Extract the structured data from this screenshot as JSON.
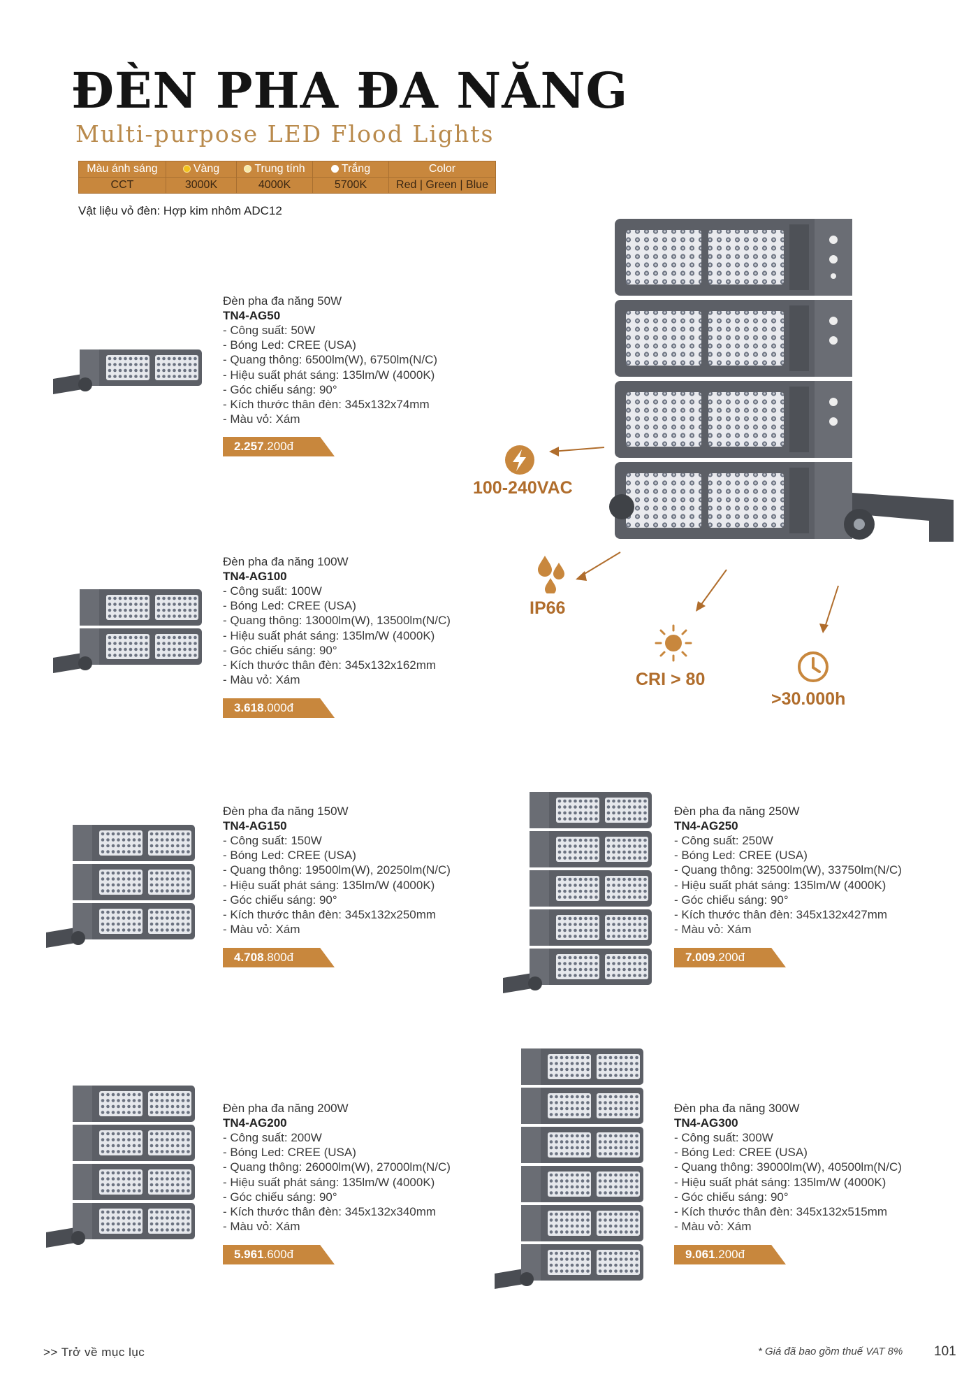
{
  "header": {
    "title": "ĐÈN PHA ĐA NĂNG",
    "subtitle": "Multi-purpose LED Flood Lights"
  },
  "cct_table": {
    "row1": [
      "Màu ánh sáng",
      "Vàng",
      "Trung tính",
      "Trắng",
      "Color"
    ],
    "row2": [
      "CCT",
      "3000K",
      "4000K",
      "5700K",
      "Red | Green | Blue"
    ],
    "dot_colors": [
      "#f2c21b",
      "#f7e9a6",
      "#ffffff"
    ]
  },
  "material": "Vật liệu vỏ đèn: Hợp kim nhôm ADC12",
  "features": {
    "voltage": "100-240VAC",
    "ip": "IP66",
    "cri": "CRI > 80",
    "life": ">30.000h"
  },
  "products": [
    {
      "name": "Đèn pha đa năng 50W",
      "code": "TN4-AG50",
      "specs": [
        "- Công suất: 50W",
        "- Bóng Led: CREE (USA)",
        "- Quang thông: 6500lm(W), 6750lm(N/C)",
        "- Hiệu suất phát sáng: 135lm/W (4000K)",
        "- Góc chiếu sáng: 90°",
        "- Kích thước thân đèn: 345x132x74mm",
        "- Màu vỏ: Xám"
      ],
      "price_main": "2.257",
      "price_rest": ".200đ",
      "modules": 1
    },
    {
      "name": "Đèn pha đa năng 100W",
      "code": "TN4-AG100",
      "specs": [
        "- Công suất: 100W",
        "- Bóng Led: CREE (USA)",
        "- Quang thông: 13000lm(W), 13500lm(N/C)",
        "- Hiệu suất phát sáng: 135lm/W (4000K)",
        "- Góc chiếu sáng: 90°",
        "- Kích thước thân đèn: 345x132x162mm",
        "- Màu vỏ: Xám"
      ],
      "price_main": "3.618",
      "price_rest": ".000đ",
      "modules": 2
    },
    {
      "name": "Đèn pha đa năng 150W",
      "code": "TN4-AG150",
      "specs": [
        "- Công suất: 150W",
        "- Bóng Led: CREE (USA)",
        "- Quang thông: 19500lm(W), 20250lm(N/C)",
        "- Hiệu suất phát sáng: 135lm/W (4000K)",
        "- Góc chiếu sáng: 90°",
        "- Kích thước thân đèn: 345x132x250mm",
        "- Màu vỏ: Xám"
      ],
      "price_main": "4.708",
      "price_rest": ".800đ",
      "modules": 3
    },
    {
      "name": "Đèn pha đa năng 250W",
      "code": "TN4-AG250",
      "specs": [
        "- Công suất: 250W",
        "- Bóng Led: CREE (USA)",
        "- Quang thông: 32500lm(W), 33750lm(N/C)",
        "- Hiệu suất phát sáng: 135lm/W (4000K)",
        "- Góc chiếu sáng: 90°",
        "- Kích thước thân đèn: 345x132x427mm",
        "- Màu vỏ: Xám"
      ],
      "price_main": "7.009",
      "price_rest": ".200đ",
      "modules": 5
    },
    {
      "name": "Đèn pha đa năng 200W",
      "code": "TN4-AG200",
      "specs": [
        "- Công suất: 200W",
        "- Bóng Led: CREE (USA)",
        "- Quang thông: 26000lm(W), 27000lm(N/C)",
        "- Hiệu suất phát sáng: 135lm/W (4000K)",
        "- Góc chiếu sáng: 90°",
        "- Kích thước thân đèn: 345x132x340mm",
        "- Màu vỏ: Xám"
      ],
      "price_main": "5.961",
      "price_rest": ".600đ",
      "modules": 4
    },
    {
      "name": "Đèn pha đa năng 300W",
      "code": "TN4-AG300",
      "specs": [
        "- Công suất: 300W",
        "- Bóng Led: CREE (USA)",
        "- Quang thông: 39000lm(W), 40500lm(N/C)",
        "- Hiệu suất phát sáng: 135lm/W (4000K)",
        "- Góc chiếu sáng: 90°",
        "- Kích thước thân đèn: 345x132x515mm",
        "- Màu vỏ: Xám"
      ],
      "price_main": "9.061",
      "price_rest": ".200đ",
      "modules": 6
    }
  ],
  "footer": {
    "back_link": ">> Trở về mục lục",
    "vat_note": "* Giá đã bao gồm thuế VAT 8%",
    "page_number": "101"
  },
  "colors": {
    "accent": "#c8873d",
    "feature_text": "#b06d2c",
    "lamp_body": "#5c5f66"
  }
}
